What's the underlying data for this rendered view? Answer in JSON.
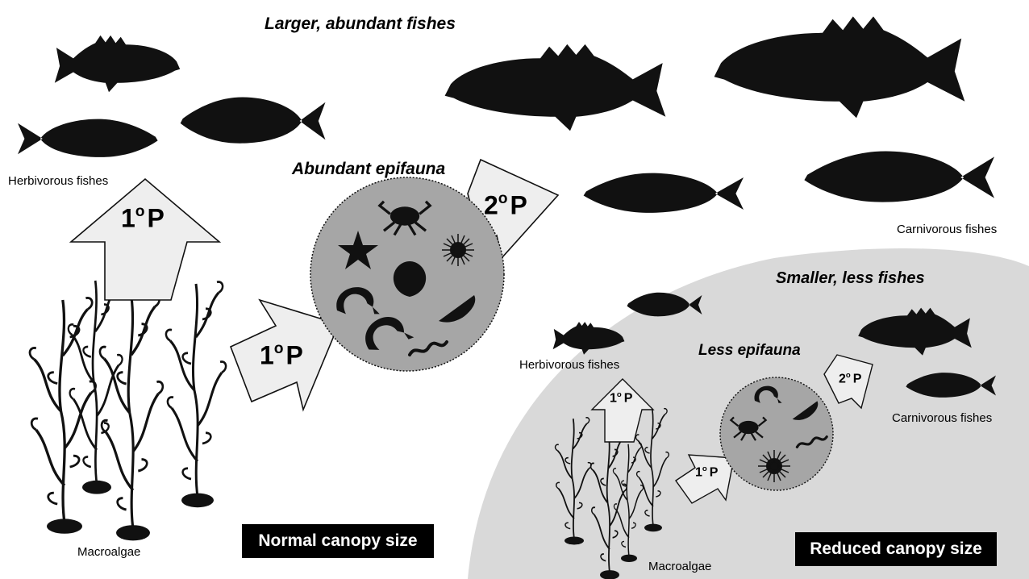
{
  "normal": {
    "heading": "Larger, abundant fishes",
    "herbivores_label": "Herbivorous fishes",
    "carnivores_label": "Carnivorous fishes",
    "epifauna_label": "Abundant epifauna",
    "macroalgae_label": "Macroalgae",
    "canopy_badge": "Normal canopy size",
    "arrow_primary_up": {
      "num": "1",
      "sup": "o",
      "letter": "P"
    },
    "arrow_primary_right": {
      "num": "1",
      "sup": "o",
      "letter": "P"
    },
    "arrow_secondary": {
      "num": "2",
      "sup": "o",
      "letter": "P"
    }
  },
  "reduced": {
    "heading": "Smaller, less fishes",
    "herbivores_label": "Herbivorous fishes",
    "carnivores_label": "Carnivorous fishes",
    "epifauna_label": "Less epifauna",
    "macroalgae_label": "Macroalgae",
    "canopy_badge": "Reduced canopy size",
    "arrow_primary_up": {
      "num": "1",
      "sup": "o",
      "letter": "P"
    },
    "arrow_primary_right": {
      "num": "1",
      "sup": "o",
      "letter": "P"
    },
    "arrow_secondary": {
      "num": "2",
      "sup": "o",
      "letter": "P"
    }
  },
  "colors": {
    "background": "#ffffff",
    "reduced_panel": "#d9d9d9",
    "epifauna_circle": "#a6a6a6",
    "arrow_fill": "#eeeeee",
    "silhouette": "#111111",
    "badge_bg": "#000000",
    "badge_text": "#ffffff"
  }
}
